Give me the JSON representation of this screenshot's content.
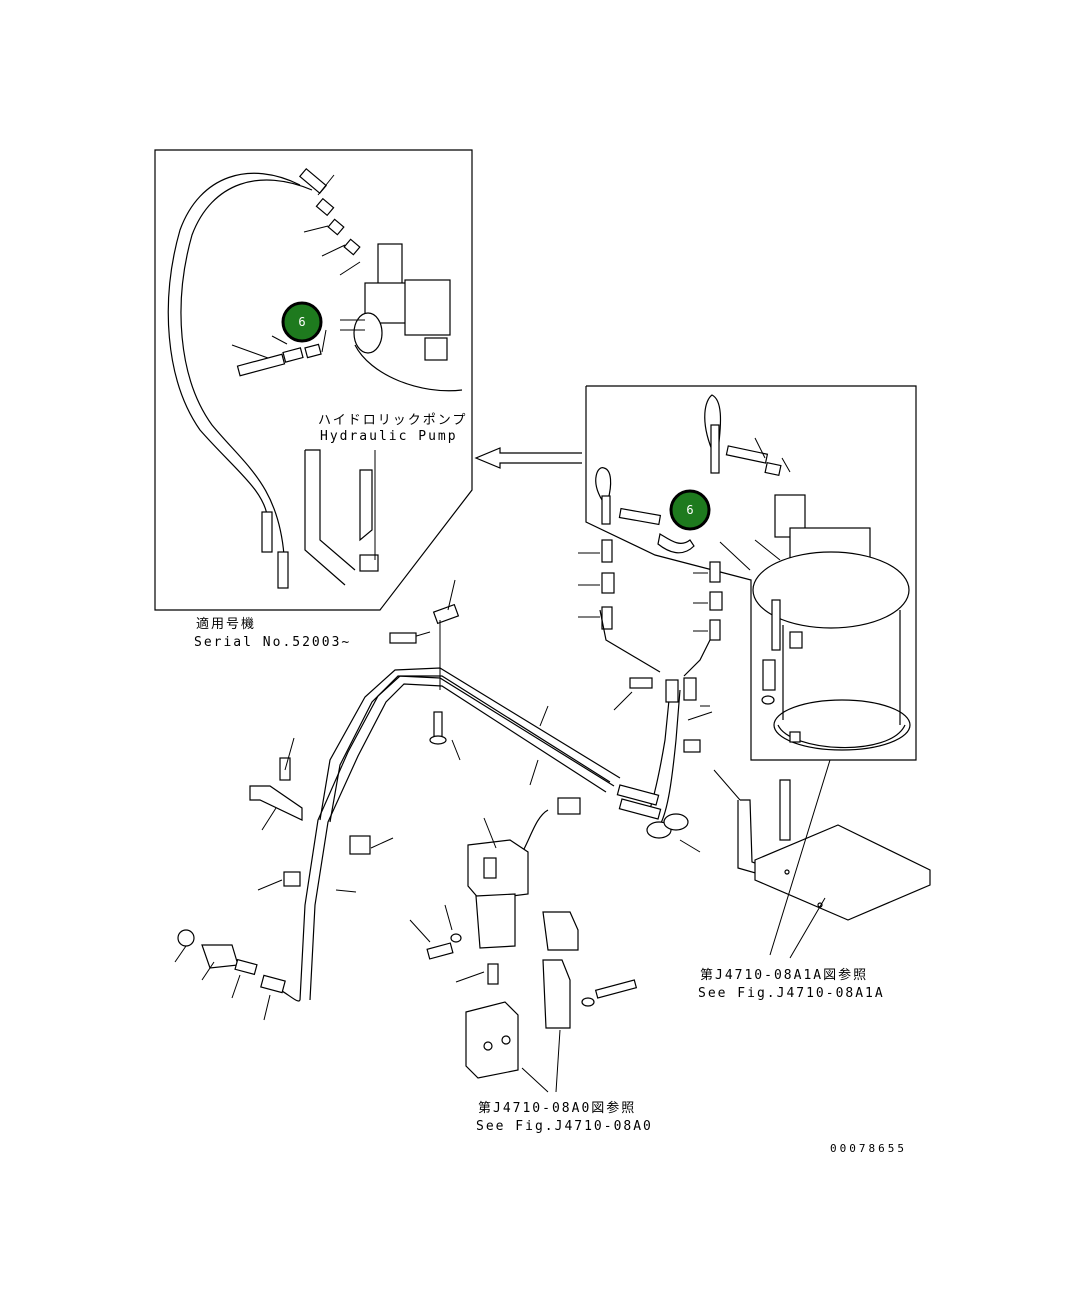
{
  "labels": {
    "jp_hydraulic_pump": "ハイドロリックポンプ",
    "hydraulic_pump": "Hydraulic Pump",
    "jp_serial": "適用号機",
    "serial_no": "Serial No.52003~",
    "jp_ref_1": "第J4710-08A1A図参照",
    "see_fig_1": "See Fig.J4710-08A1A",
    "jp_ref_2": "第J4710-08A0図参照",
    "see_fig_2": "See Fig.J4710-08A0",
    "drawing_code": "00078655"
  },
  "callouts": [
    {
      "number": "6"
    },
    {
      "number": "6"
    }
  ],
  "colors": {
    "callout_fill": "#1e7a1e",
    "callout_ring": "#000000",
    "line": "#000000",
    "background": "#ffffff"
  }
}
